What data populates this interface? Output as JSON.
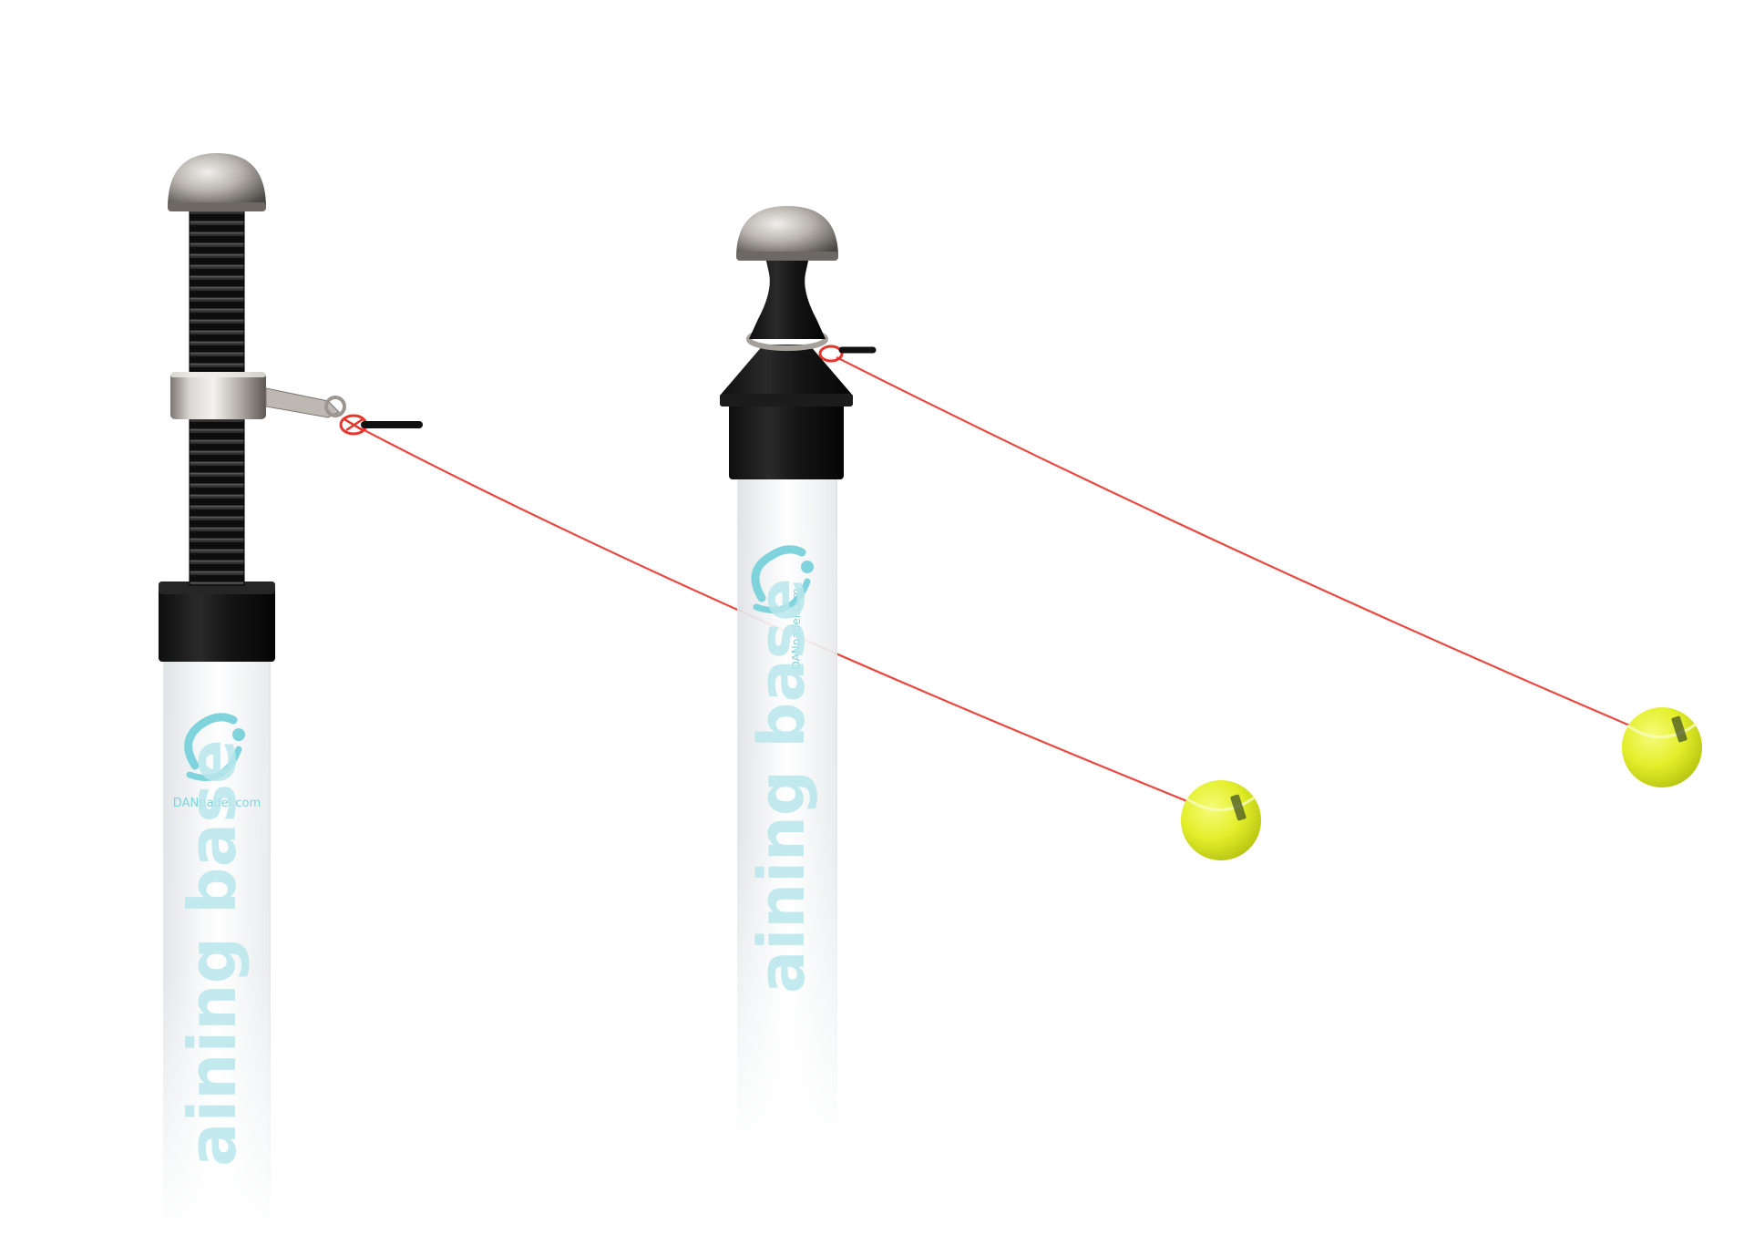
{
  "scene": {
    "background": "#ffffff"
  },
  "products": [
    {
      "id": "screw",
      "brand": {
        "site": "DANpadel.com",
        "logo": "danpadel-logo-icon"
      },
      "pole_text": "aining base"
    },
    {
      "id": "pin",
      "brand": {
        "site": "DANpadel.com",
        "logo": "danpadel-logo-icon"
      },
      "pole_text": "aining base"
    }
  ],
  "colors": {
    "brand_teal": "#7fd3dd",
    "cord_red": "#e8352c",
    "ball_yellow": "#e3ef2a",
    "metal_light": "#d4d4d4",
    "metal_dark": "#6b6b6b",
    "black_part": "#161616"
  }
}
